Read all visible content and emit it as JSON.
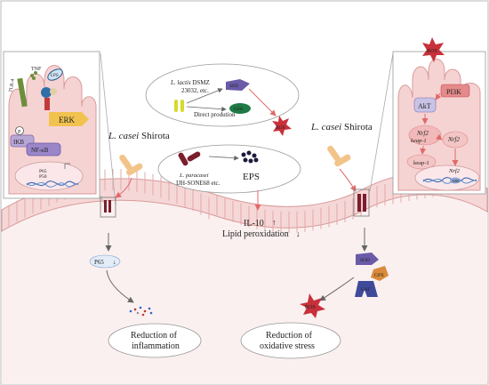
{
  "labels": {
    "tnf": "TNF",
    "tlr": "TLR-4",
    "lps": "LPS",
    "erk": "ERK",
    "p": "P",
    "ikb": "IKB",
    "nfkb": "NF-κB",
    "p65": "P65",
    "p50": "P50",
    "casei_genus_left": "L. casei",
    "casei_strain_left": " Shirota",
    "lactis_genus": "L. lactis",
    "lactis_strain": " DSMZ",
    "lactis_line2": "23032, etc.",
    "direct_production": "Direct prodution",
    "sod_top": "SOD",
    "gsh": "GSH",
    "ros_mid": "ROS",
    "paracasei_genus": "L. paracasei",
    "paracasei_line2": "IJH-SONE68 etc.",
    "eps": "EPS",
    "il10": "IL-10",
    "lipid": "Lipid peroxidation",
    "casei_genus_right": "L. casei",
    "casei_strain_right": " Shirota",
    "ros_top_right": "ROS",
    "pi3k": "PI3K",
    "akt": "AkT",
    "nrf2_a": "Nrf2",
    "keap1_a": "keap-1",
    "nrf2_b": "Nrf2",
    "keap1_b": "keap-1",
    "nrf2_c": "Nrf2",
    "are": "ARE",
    "p65_left": "P65",
    "sod_right": "SOD",
    "gpx": "GPX",
    "cat": "CAT",
    "ros_right": "ROS",
    "reduction_inflammation_1": "Reduction of",
    "reduction_inflammation_2": "inflammation",
    "reduction_oxidative_1": "Reduction of",
    "reduction_oxidative_2": "oxidative stress"
  },
  "colors": {
    "cell_fill": "#f6d7d7",
    "cell_stroke": "#d99a9a",
    "tissue": "#fbeeee",
    "arrow": "#e06a6a",
    "dark_arrow": "#555555",
    "bacteria_dark": "#7a1e2e",
    "bacteria_light": "#f2c48a",
    "purple": "#6a5aa8",
    "green": "#1f7a45",
    "ros_red": "#c8313a",
    "erk_yellow": "#f2c24f"
  }
}
